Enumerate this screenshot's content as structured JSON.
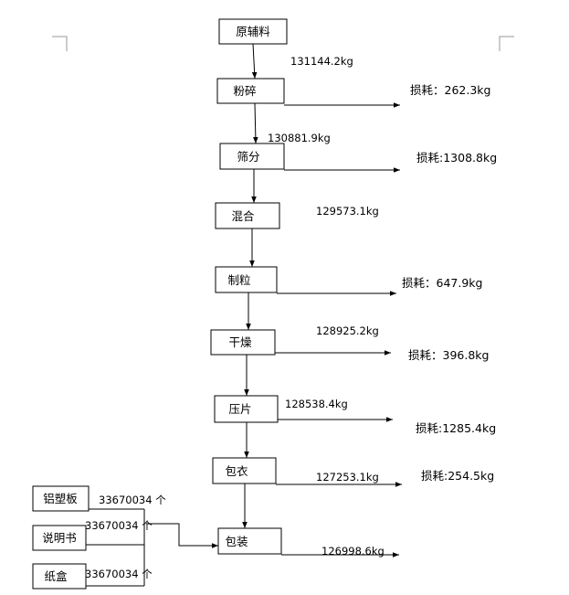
{
  "steps": [
    {
      "id": "raw",
      "label": "原辅料"
    },
    {
      "id": "crush",
      "label": "粉碎"
    },
    {
      "id": "sieve",
      "label": "筛分"
    },
    {
      "id": "mix",
      "label": "混合"
    },
    {
      "id": "granulate",
      "label": "制粒"
    },
    {
      "id": "dry",
      "label": "干燥"
    },
    {
      "id": "press",
      "label": "压片"
    },
    {
      "id": "coat",
      "label": "包衣"
    },
    {
      "id": "pack",
      "label": "包装"
    }
  ],
  "flows": [
    {
      "id": "flow-1",
      "text": "131144.2kg"
    },
    {
      "id": "flow-2",
      "text": "130881.9kg"
    },
    {
      "id": "flow-3",
      "text": "129573.1kg"
    },
    {
      "id": "flow-4",
      "text": "128925.2kg"
    },
    {
      "id": "flow-5",
      "text": "128538.4kg"
    },
    {
      "id": "flow-6",
      "text": "127253.1kg"
    },
    {
      "id": "flow-7",
      "text": "126998.6kg"
    }
  ],
  "losses": [
    {
      "id": "crush",
      "text": "损耗：262.3kg"
    },
    {
      "id": "sieve",
      "text": "损耗:1308.8kg"
    },
    {
      "id": "granulate",
      "text": "损耗：647.9kg"
    },
    {
      "id": "dry",
      "text": "损耗：396.8kg"
    },
    {
      "id": "press",
      "text": "损耗:1285.4kg"
    },
    {
      "id": "coat",
      "text": "损耗:254.5kg"
    }
  ],
  "materials": [
    {
      "id": "foil",
      "label": "铝塑板",
      "qty": "33670034 个"
    },
    {
      "id": "leaflet",
      "label": "说明书",
      "qty": "33670034 个"
    },
    {
      "id": "carton",
      "label": "纸盒",
      "qty": "33670034 个"
    }
  ]
}
